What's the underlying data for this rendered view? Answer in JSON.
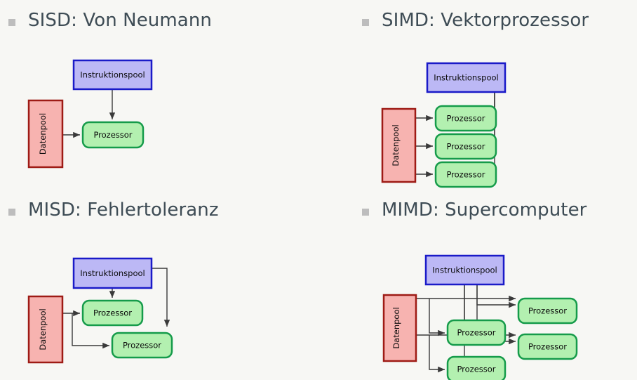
{
  "slide": {
    "background_color": "#f7f7f4",
    "bullet_color": "#bdbdbd",
    "heading_color": "#3e4c55"
  },
  "palette": {
    "instruction_fill": "#bcb8f5",
    "instruction_stroke": "#1a1ac8",
    "data_fill": "#f7b3b0",
    "data_stroke": "#9e1b15",
    "processor_fill": "#b3f0b0",
    "processor_stroke": "#159b4a",
    "arrow_color": "#3a3a3a"
  },
  "quadrants": [
    {
      "id": "sisd",
      "heading": "SISD: Von Neumann",
      "bullet_icon": "square-bullet-icon",
      "nodes": {
        "instruction_pool": "Instruktionspool",
        "data_pool": "Datenpool",
        "processors": [
          "Prozessor"
        ]
      }
    },
    {
      "id": "simd",
      "heading": "SIMD: Vektorprozessor",
      "bullet_icon": "square-bullet-icon",
      "nodes": {
        "instruction_pool": "Instruktionspool",
        "data_pool": "Datenpool",
        "processors": [
          "Prozessor",
          "Prozessor",
          "Prozessor"
        ]
      }
    },
    {
      "id": "misd",
      "heading": "MISD: Fehlertoleranz",
      "bullet_icon": "square-bullet-icon",
      "nodes": {
        "instruction_pool": "Instruktionspool",
        "data_pool": "Datenpool",
        "processors": [
          "Prozessor",
          "Prozessor"
        ]
      }
    },
    {
      "id": "mimd",
      "heading": "MIMD: Supercomputer",
      "bullet_icon": "square-bullet-icon",
      "nodes": {
        "instruction_pool": "Instruktionspool",
        "data_pool": "Datenpool",
        "processors": [
          "Prozessor",
          "Prozessor",
          "Prozessor",
          "Prozessor"
        ]
      }
    }
  ]
}
